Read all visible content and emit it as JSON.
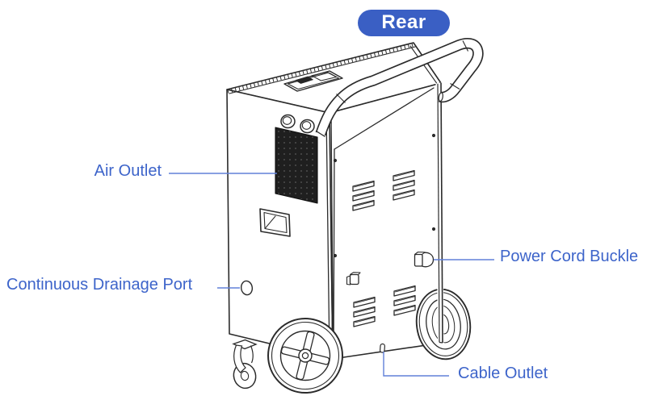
{
  "badge": {
    "label": "Rear"
  },
  "labels": {
    "air_outlet": "Air Outlet",
    "continuous_drainage_port": "Continuous Drainage Port",
    "power_cord_buckle": "Power Cord Buckle",
    "cable_outlet": "Cable Outlet"
  },
  "colors": {
    "label_text": "#3D64CA",
    "leader_line": "#6180D8",
    "badge_fill": "#3A5FC4",
    "badge_text": "#FFFFFF",
    "line_art": "#2B2B2B",
    "grille_fill": "#1F1F1F"
  }
}
